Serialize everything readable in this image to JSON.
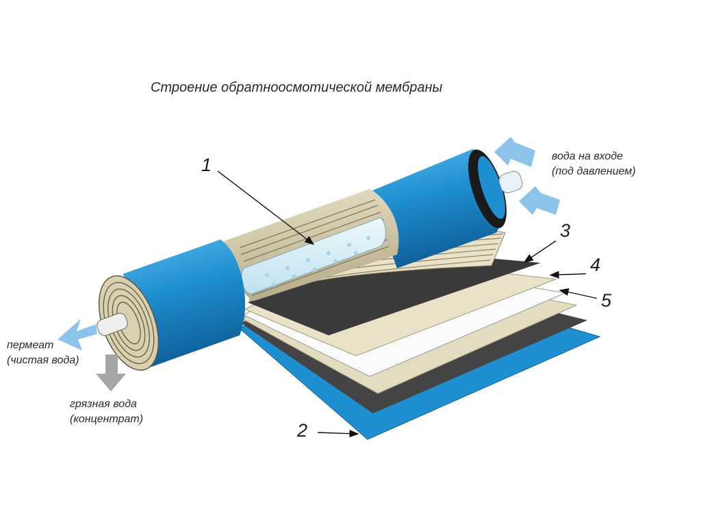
{
  "title": "Строение обратноосмотической мембраны",
  "labels": {
    "inlet_line1": "вода на входе",
    "inlet_line2": "(под давлением)",
    "permeate_line1": "пермеат",
    "permeate_line2": "(чистая вода)",
    "concentrate_line1": "грязная вода",
    "concentrate_line2": "(концентрат)"
  },
  "callouts": [
    "1",
    "2",
    "3",
    "4",
    "5"
  ],
  "colors": {
    "housing_blue": "#1e8fd0",
    "housing_dark": "#0f5f98",
    "arrow_blue": "#8cc3ea",
    "arrow_gray": "#a6a6a6",
    "spacer_beige": "#e9e2c8",
    "membrane_dark": "#3a3a3a",
    "tube_light": "#d8eef8"
  }
}
